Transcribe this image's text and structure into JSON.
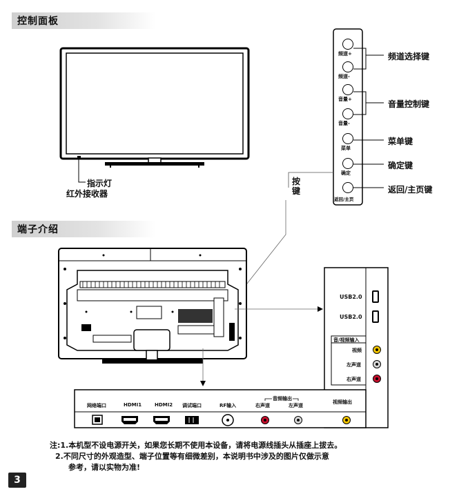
{
  "sections": {
    "control_panel": "控制面板",
    "terminals": "端子介绍"
  },
  "tv_front": {
    "indicator": "指示灯",
    "ir_receiver": "红外接收器"
  },
  "key_panel": {
    "vertical_label": [
      "按",
      "键"
    ],
    "buttons": [
      "频道+",
      "频道-",
      "音量+",
      "音量-",
      "菜单",
      "确定",
      "返回/主页"
    ],
    "callouts": [
      "频道选择键",
      "音量控制键",
      "菜单键",
      "确定键",
      "返回/主页键"
    ]
  },
  "side_panel": {
    "usb1": "USB2.0",
    "usb2": "USB2.0",
    "av_in_title": "音/视频输入",
    "video": "视频",
    "left": "左声道",
    "right": "右声道"
  },
  "bottom_panel": {
    "ports": [
      "网络端口",
      "HDMI1",
      "HDMI2",
      "调试端口",
      "RF输入"
    ],
    "audio_out": "音频输出",
    "audio_right": "右声道",
    "audio_left": "左声道",
    "video_out": "视频输出"
  },
  "notes": {
    "line1": "注:1.本机型不设电源开关，如果您长期不使用本设备，请将电源线插头从插座上拔去。",
    "line2": "2.不同尺寸的外观造型、端子位置等有细微差别，本说明书中涉及的图片仅做示意",
    "line3": "参考，请以实物为准!"
  },
  "page_number": "3",
  "colors": {
    "jack_red": "#c8102e",
    "jack_yellow": "#f2c500",
    "jack_white": "#d8d8d8"
  }
}
